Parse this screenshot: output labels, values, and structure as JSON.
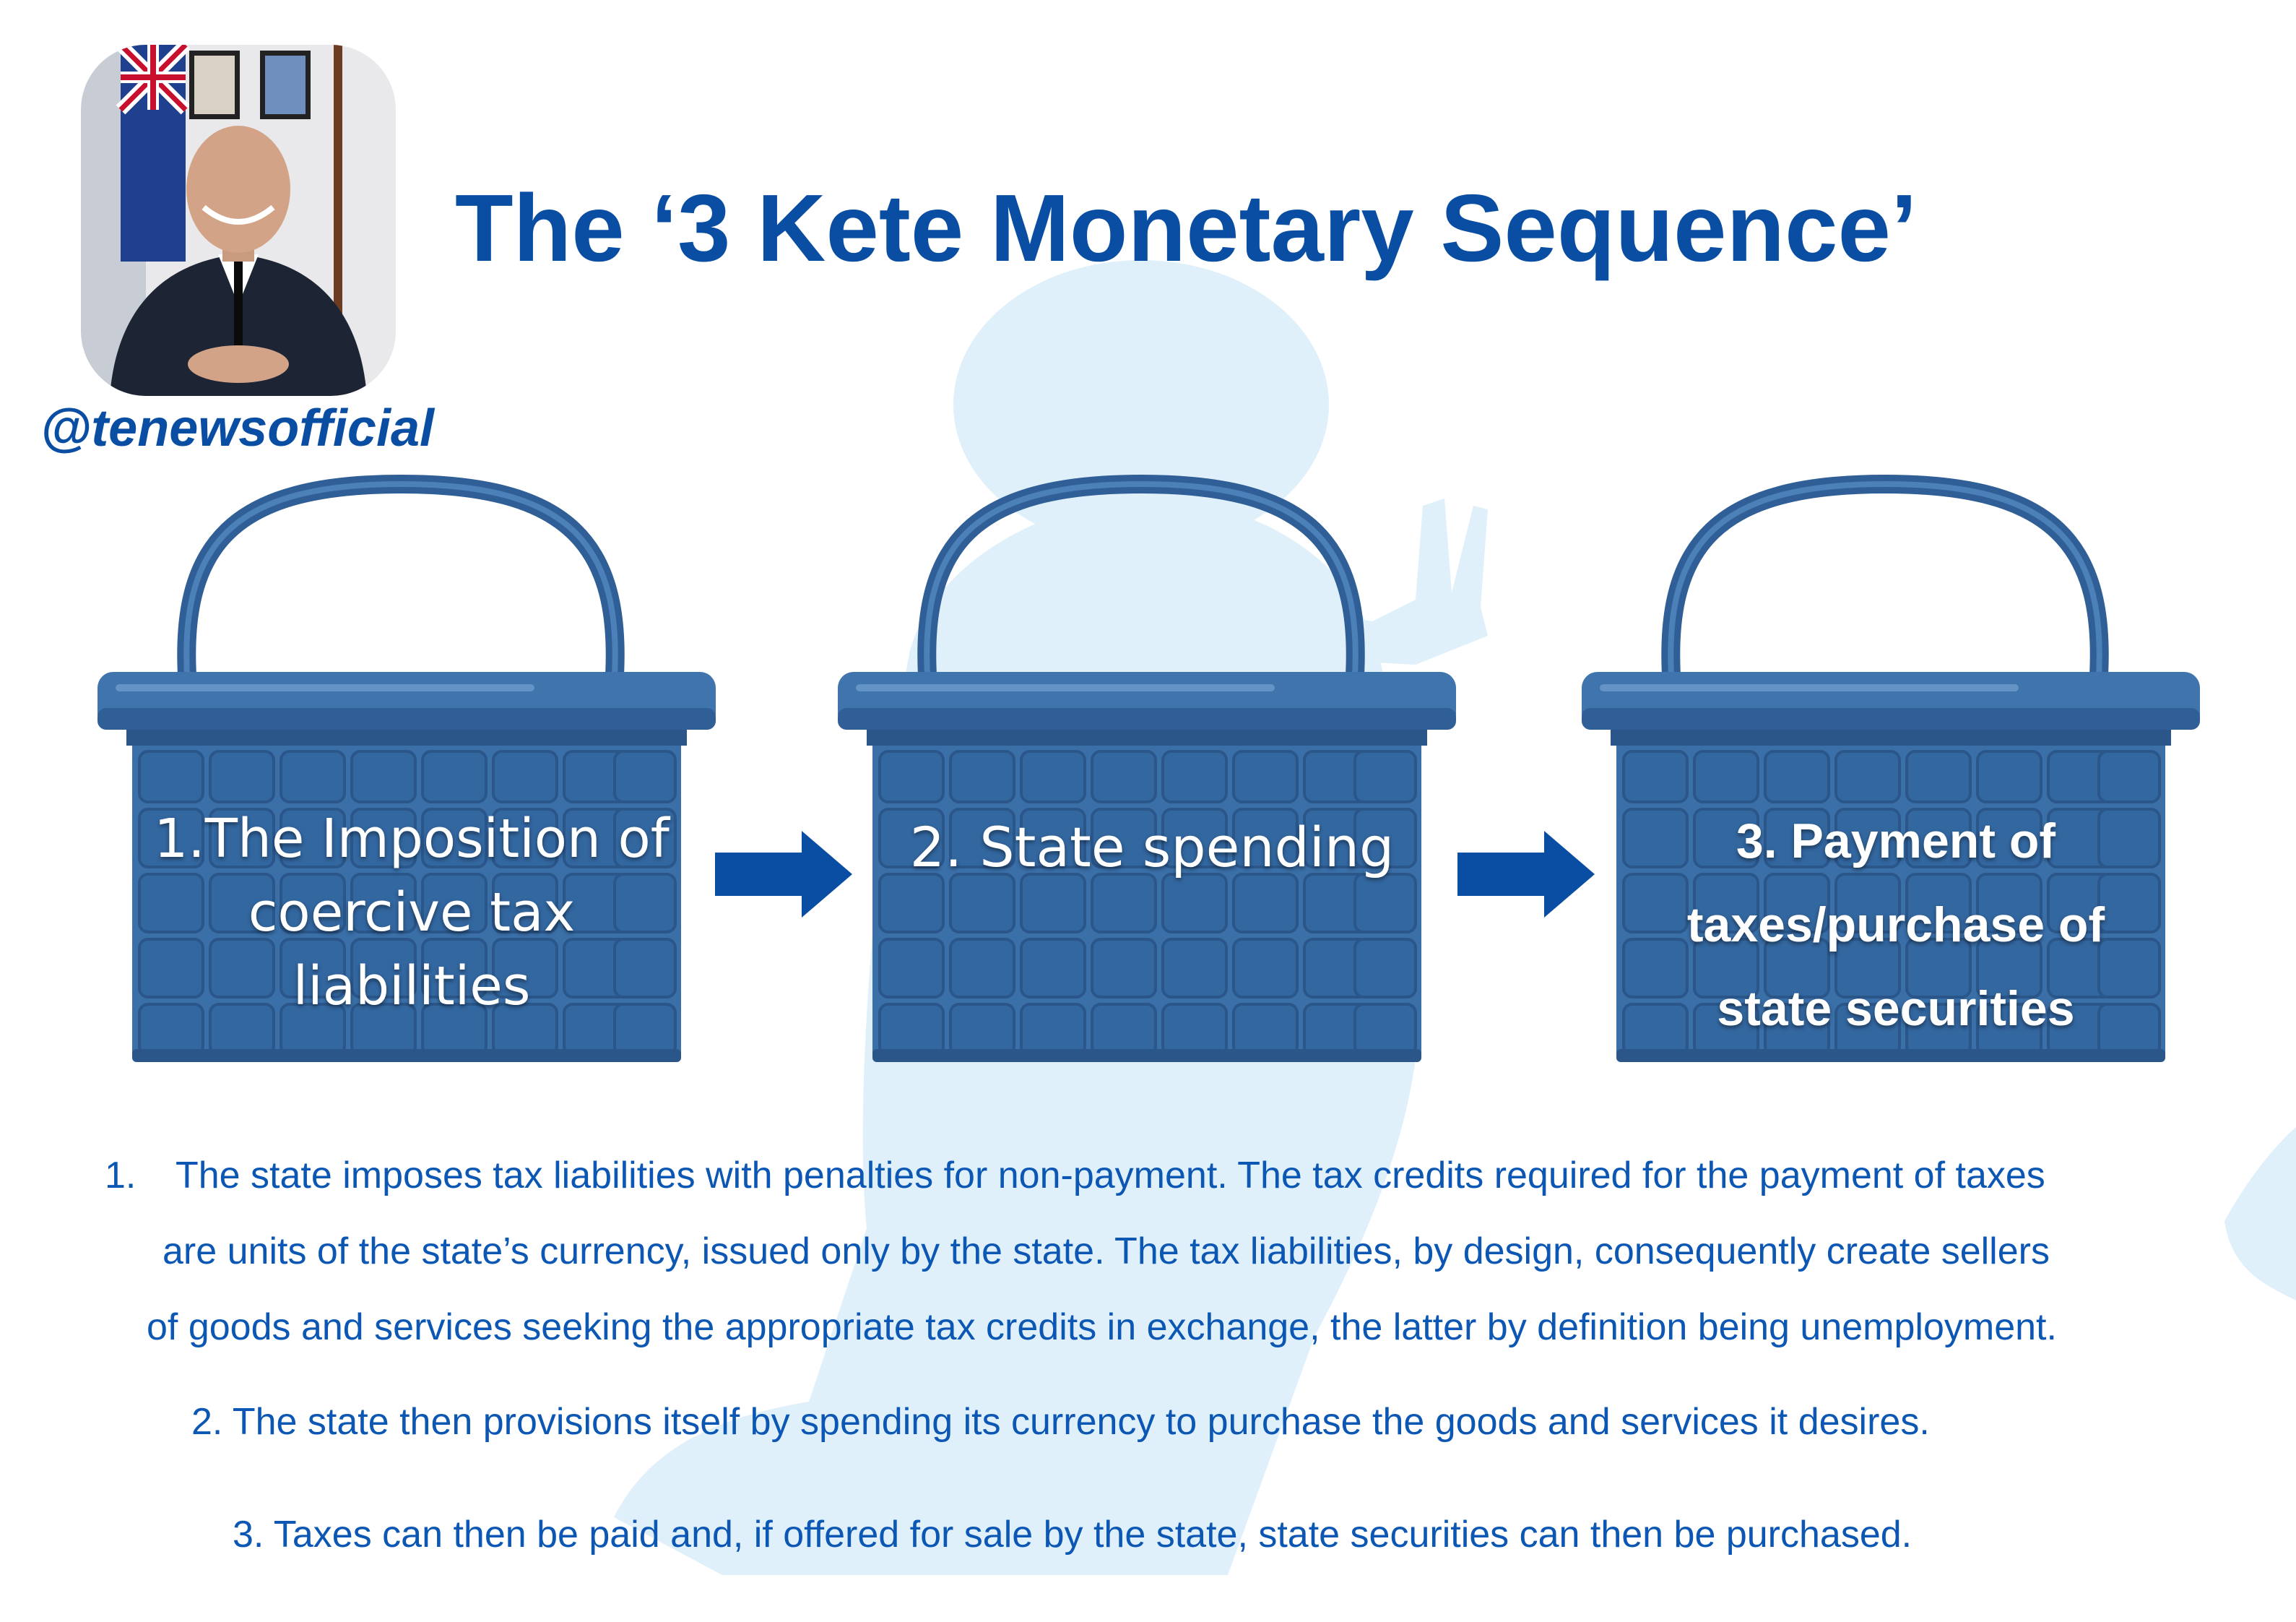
{
  "header": {
    "title": "The ‘3 Kete Monetary Sequence’",
    "handle": "@tenewsofficial"
  },
  "baskets": [
    {
      "label": "1.The Imposition of coercive tax liabilities"
    },
    {
      "label": "2. State spending"
    },
    {
      "label": "3. Payment of taxes/purchase of state securities"
    }
  ],
  "notes": [
    {
      "number": "1.",
      "lines": [
        "The state imposes tax liabilities with penalties for non-payment. The tax credits required for the payment of taxes",
        "are units of the state’s currency, issued only by the state. The tax liabilities, by design, consequently create sellers",
        "of goods and services seeking the appropriate tax credits in exchange, the latter by definition being unemployment."
      ]
    },
    {
      "text": "2. The state then provisions itself by spending its currency to purchase the goods and services it desires."
    },
    {
      "text": "3. Taxes can then be paid and, if offered for sale by the state, state securities can then be purchased."
    }
  ],
  "colors": {
    "title": "#0a4ea3",
    "basket": "#3a6fa8",
    "basket_dark": "#2a568a",
    "arrow": "#0a4ea3",
    "note_text": "#0b57b3",
    "watermark": "#dff0fb"
  },
  "icons": [
    "profile-photo",
    "basket-icon",
    "arrow-right-icon",
    "watermark-silhouette"
  ]
}
